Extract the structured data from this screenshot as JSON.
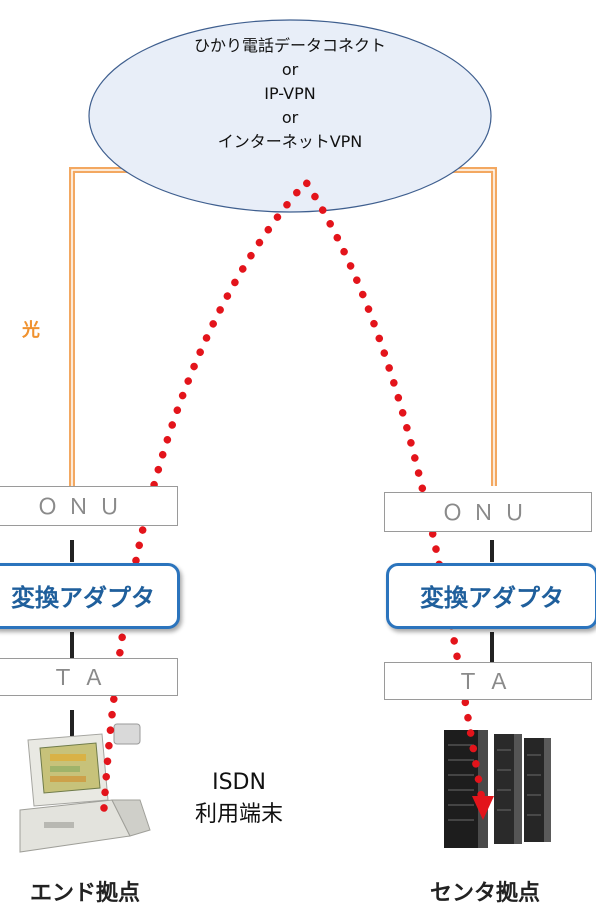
{
  "network_cloud": {
    "lines": [
      "ひかり電話データコネクト",
      "or",
      "IP-VPN",
      "or",
      "インターネットVPN"
    ]
  },
  "optical_label": "光",
  "left_site": {
    "onu_label": "ＯＮＵ",
    "adapter_label": "変換アダプタ",
    "ta_label": "ＴＡ",
    "device_label_line1": "ISDN",
    "device_label_line2": "利用端末",
    "site_label": "エンド拠点"
  },
  "right_site": {
    "onu_label": "ＯＮＵ",
    "adapter_label": "変換アダプタ",
    "ta_label": "ＴＡ",
    "site_label": "センタ拠点"
  },
  "colors": {
    "optical_line": "#f0922f",
    "adapter_border": "#2b74bd",
    "adapter_text": "#1f5f9c",
    "cloud_fill": "#e8eef8",
    "cloud_stroke": "#3f5f8f",
    "path_dots": "#e3141b"
  },
  "icons": {
    "terminal": "pos-terminal-icon",
    "server": "server-rack-icon",
    "path": "communication-path-arrow"
  }
}
